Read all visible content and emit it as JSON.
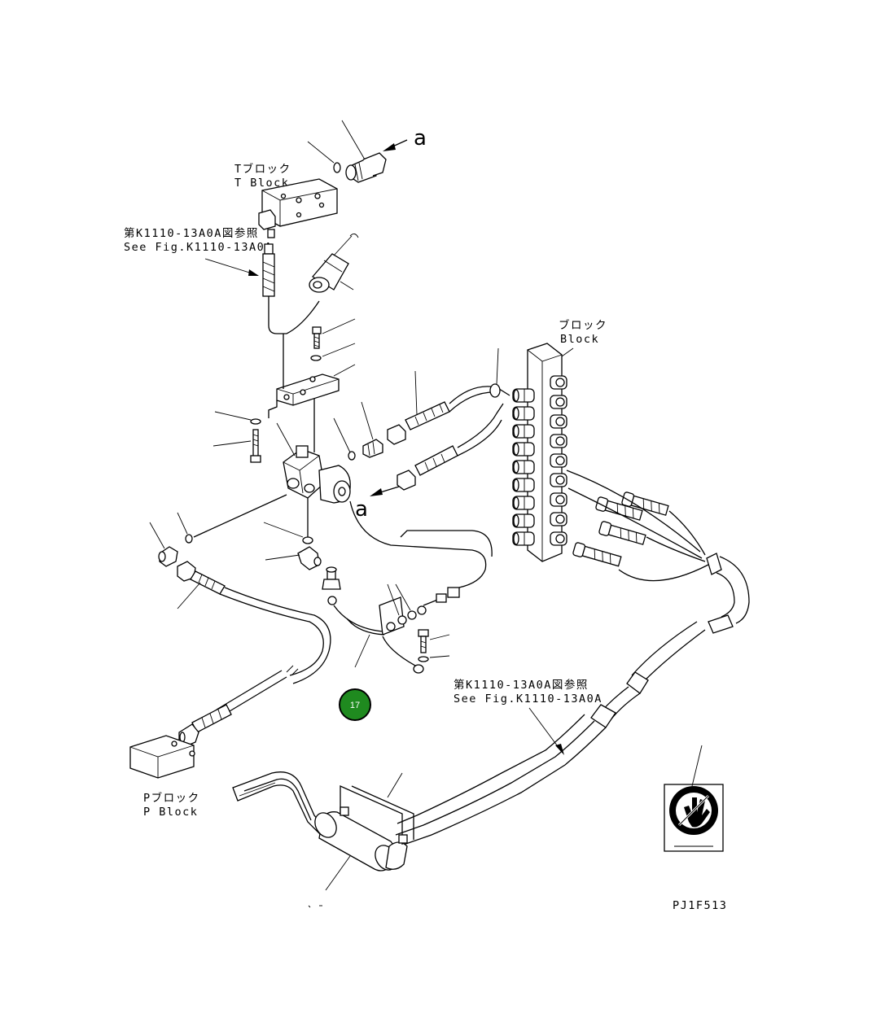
{
  "labels": {
    "t_block_jp": "Tブロック",
    "t_block_en": "T Block",
    "ref_top_jp": "第K1110-13A0A図参照",
    "ref_top_en": "See Fig.K1110-13A0A",
    "block_jp": "ブロック",
    "block_en": "Block",
    "p_block_jp": "Pブロック",
    "p_block_en": "P Block",
    "ref_bottom_jp": "第K1110-13A0A図参照",
    "ref_bottom_en": "See Fig.K1110-13A0A",
    "arrow_a_top": "a",
    "arrow_a_mid": "a",
    "drawing_code": "PJ1F513",
    "callout_number": "17"
  },
  "colors": {
    "line": "#000000",
    "callout_fill": "#1f8a1f",
    "callout_ring": "#000000",
    "callout_text": "#ffffff"
  },
  "icons": {
    "warning_decal": "no-hand-icon"
  }
}
